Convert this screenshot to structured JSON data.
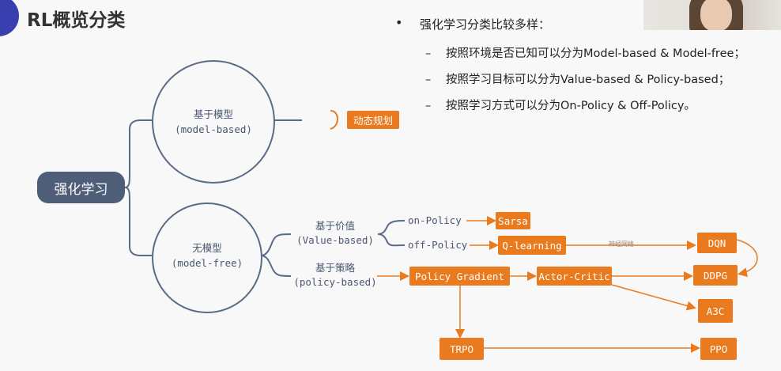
{
  "slide": {
    "title": "RL概览分类"
  },
  "bullets": {
    "main": "强化学习分类比较多样：",
    "items": [
      "按照环境是否已知可以分为Model-based & Model-free；",
      "按照学习目标可以分为Value-based & Policy-based；",
      "按照学习方式可以分为On-Policy & Off-Policy。"
    ],
    "bullet_glyph": "•",
    "dash_glyph": "–"
  },
  "mindmap": {
    "root": "强化学习",
    "model_based": {
      "label_cn": "基于模型",
      "label_en": "(model-based)"
    },
    "model_free": {
      "label_cn": "无模型",
      "label_en": "(model-free)"
    },
    "value_based": {
      "label_cn": "基于价值",
      "label_en": "(Value-based)"
    },
    "policy_based": {
      "label_cn": "基于策略",
      "label_en": "(policy-based)"
    },
    "on_policy": "on-Policy",
    "off_policy": "off-Policy",
    "edge_label": "神经网络",
    "algorithms": {
      "dynamic_programming": "动态规划",
      "sarsa": "Sarsa",
      "q_learning": "Q-learning",
      "dqn": "DQN",
      "ddpg": "DDPG",
      "a3c": "A3C",
      "policy_gradient": "Policy Gradient",
      "actor_critic": "Actor-Critic",
      "trpo": "TRPO",
      "ppo": "PPO"
    }
  },
  "colors": {
    "accent_orange": "#e97a1d",
    "node_dark": "#4e5d78",
    "line": "#5b6a85",
    "title_blob": "#3a3fb0"
  }
}
